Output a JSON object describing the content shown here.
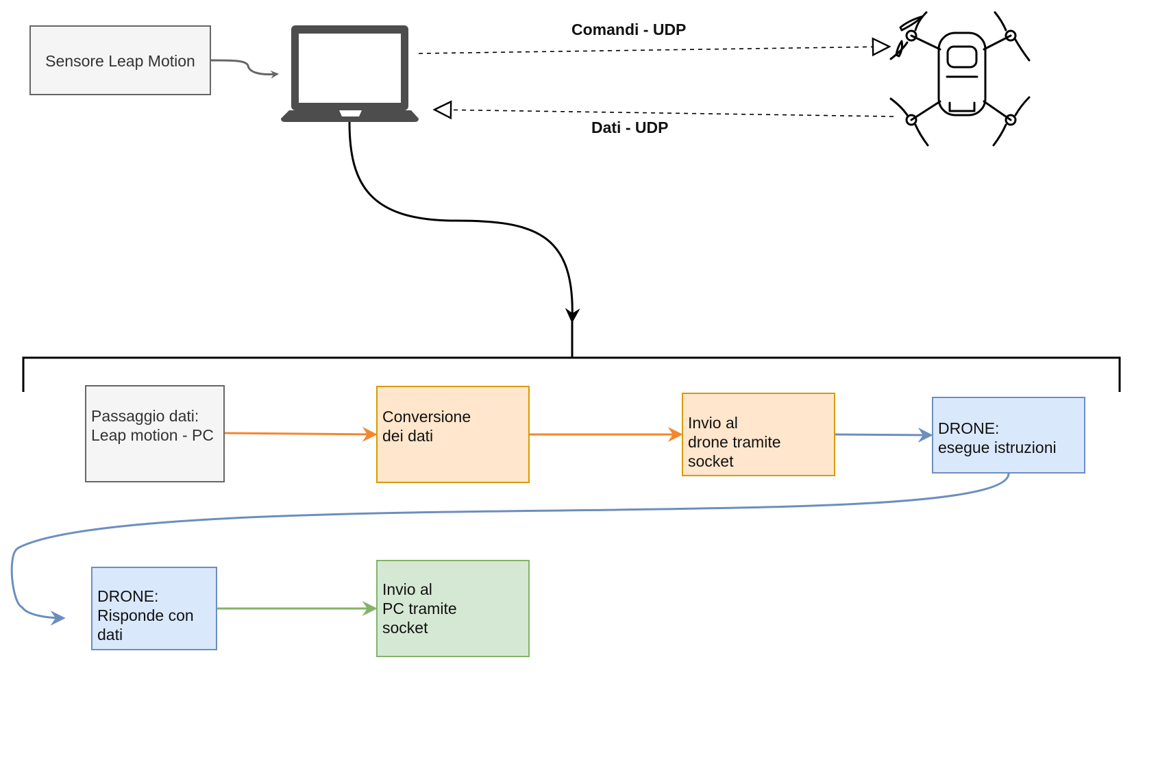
{
  "nodes": {
    "sensor": "Sensore Leap Motion",
    "passaggio": "Passaggio dati:\nLeap motion - PC",
    "conversione": "Conversione\ndei dati",
    "invio_drone": "Invio al\ndrone tramite\nsocket",
    "drone_esegue": "DRONE:\nesegue istruzioni",
    "drone_risponde": "DRONE:\nRisponde con\ndati",
    "invio_pc": "Invio al\nPC tramite\nsocket"
  },
  "edges": {
    "comandi": "Comandi - UDP",
    "dati": "Dati - UDP"
  },
  "colors": {
    "gray_stroke": "#666666",
    "gray_fill": "#f5f5f5",
    "orange_stroke": "#d79b00",
    "orange_fill": "#ffe6cc",
    "orange_arrow": "#f5862d",
    "blue_stroke": "#6c8ebf",
    "blue_fill": "#dae8fc",
    "green_stroke": "#82b366",
    "green_fill": "#d5e8d4",
    "laptop": "#4d4d4d"
  },
  "icons": [
    "laptop-icon",
    "drone-icon"
  ]
}
